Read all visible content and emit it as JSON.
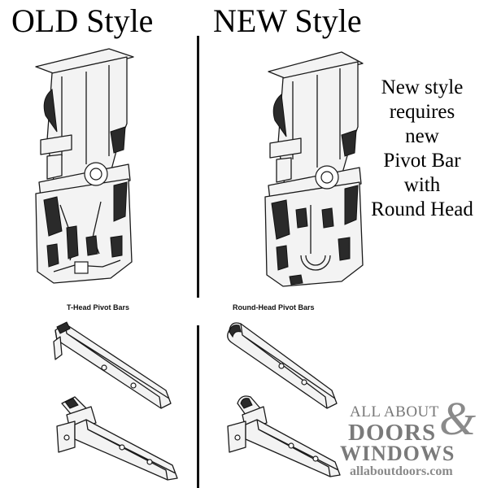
{
  "headers": {
    "old": "OLD Style",
    "new": "NEW Style"
  },
  "note_lines": [
    "New style",
    "requires",
    "new",
    "Pivot Bar",
    "with",
    "Round Head"
  ],
  "captions": {
    "old": "T-Head Pivot Bars",
    "new": "Round-Head Pivot Bars"
  },
  "logo": {
    "line1": "ALL ABOUT",
    "amp": "&",
    "line2": "DOORS",
    "line3": "WINDOWS",
    "url": "allaboutdoors.com"
  },
  "icons": {
    "old_shoe": "old-pivot-shoe-drawing",
    "new_shoe": "new-pivot-shoe-drawing",
    "t_head_bars": "t-head-pivot-bars-drawing",
    "round_head_bars": "round-head-pivot-bars-drawing"
  }
}
